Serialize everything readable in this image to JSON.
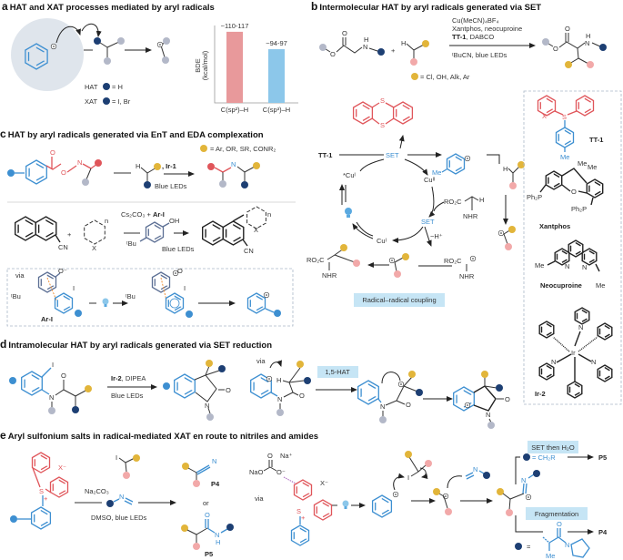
{
  "colors": {
    "blue": "#3d8fd1",
    "navy": "#1d3f73",
    "gray": "#b3b8c8",
    "yellow": "#e2b53a",
    "pink": "#f2a9a9",
    "red": "#e0555a",
    "box": "#c6e5f5"
  },
  "atoms": {
    "O": "O",
    "N": "N",
    "H": "H",
    "S": "S",
    "I": "I",
    "Me": "Me",
    "CN": "CN",
    "X": "X",
    "n": "n",
    "OH": "OH",
    "tBu": "ᵗBu",
    "Ph2P": "Ph₂P",
    "Ir": "Ir",
    "X_minus": "X⁻",
    "Na_plus": "Na⁺",
    "NaO": "NaO",
    "O_minus": "O⁻",
    "plus": "+",
    "RO2C": "RO₂C",
    "NHR": "NHR",
    "eq": "="
  },
  "panel_a": {
    "letter": "a",
    "title": "HAT and XAT processes mediated by aryl radicals",
    "hat_label": "HAT",
    "hat_eq": "= H",
    "xat_label": "XAT",
    "xat_eq": "= I, Br"
  },
  "chart_data": {
    "type": "bar",
    "categories": [
      "C(sp²)–H",
      "C(sp³)–H"
    ],
    "values": [
      113.5,
      95.5
    ],
    "value_labels": [
      "~110-117",
      "~94-97"
    ],
    "colors": [
      "#e8999b",
      "#8cc7ea"
    ],
    "ylabel": "BDE",
    "ylabel_unit": "(kcal/mol)",
    "ylim": [
      40,
      120
    ],
    "grid": false
  },
  "panel_b": {
    "letter": "b",
    "title": "Intermolecular HAT by aryl radicals generated via SET",
    "cond1": "Cu(MeCN)₄BF₄",
    "cond2": "Xantphos, neocuproine",
    "cond3_bold": "TT-1",
    "cond3_rest": ", DABCO",
    "cond4": "ᵗBuCN, blue LEDs",
    "legend": "= Cl, OH, Alk, Ar",
    "cycle": {
      "tt1": "TT-1",
      "set1": "SET",
      "cu_excited": "*Cuᴵ",
      "cu2": "Cuᴵᴵ",
      "set2": "SET",
      "minus_h": "−H⁺",
      "cu1": "Cuᴵ",
      "coupling": "Radical–radical coupling"
    },
    "reagents": {
      "tt1": "TT-1",
      "xantphos": "Xantphos",
      "neocuproine": "Neocuproine",
      "ir2": "Ir-2"
    }
  },
  "panel_c": {
    "letter": "c",
    "title": "HAT by aryl radicals generated via EnT and EDA complexation",
    "legend": "= Ar, OR, SR, CONR₂",
    "ir1": ", Ir-1",
    "blue_leds": "Blue LEDs",
    "cond_base": "Cs₂CO₃ + ",
    "cond_ari": "Ar-I",
    "blue_leds2": "Blue LEDs",
    "via": "via",
    "ari_label": "Ar-I"
  },
  "panel_d": {
    "letter": "d",
    "title": "Intramolecular HAT by aryl radicals generated via SET reduction",
    "ir2": "Ir-2",
    "dipea": ", DIPEA",
    "blue_leds": "Blue LEDs",
    "via": "via",
    "hat15": "1,5-HAT"
  },
  "panel_e": {
    "letter": "e",
    "title": "Aryl sulfonium salts in radical-mediated XAT en route to nitriles and amides",
    "base": "Na₂CO₃",
    "cond": "DMSO, blue LEDs",
    "p4": "P4",
    "or": "or",
    "p5": "P5",
    "via": "via",
    "set_h2o": "SET then H₂O",
    "ch2r": "= CH₂R",
    "p5b": "P5",
    "fragmentation": "Fragmentation",
    "p4b": "P4",
    "eq": "="
  }
}
